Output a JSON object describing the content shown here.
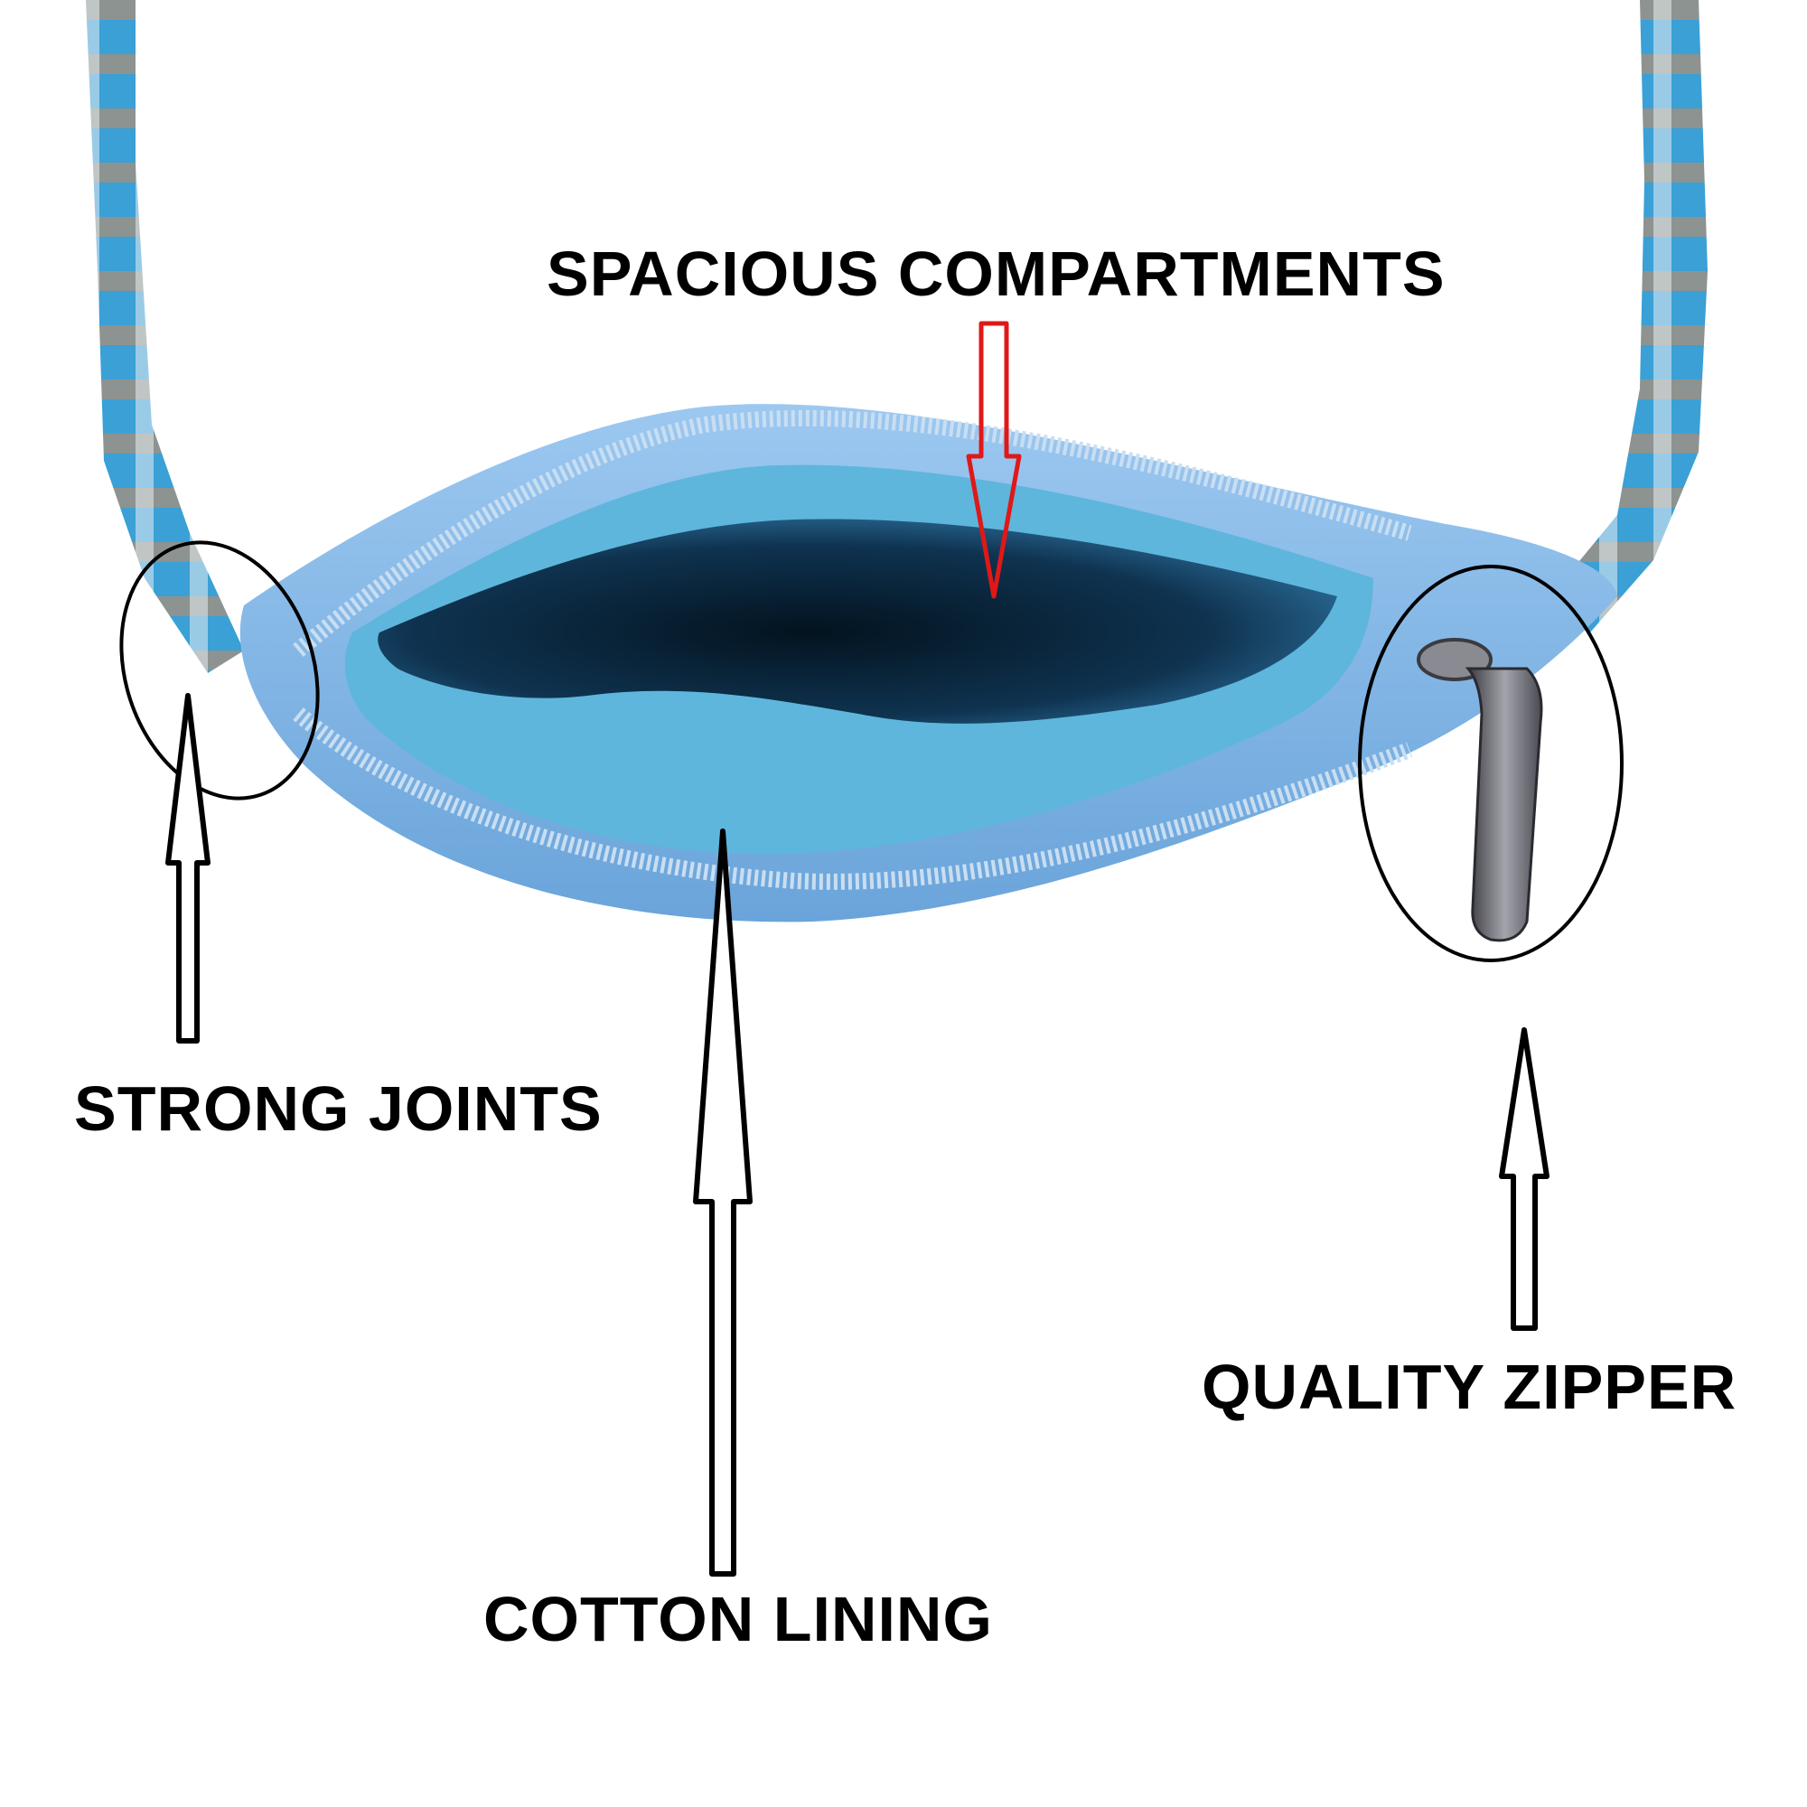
{
  "labels": {
    "spacious_compartments": "SPACIOUS COMPARTMENTS",
    "strong_joints": "STRONG JOINTS",
    "quality_zipper": "QUALITY ZIPPER",
    "cotton_lining": "COTTON LINING"
  },
  "colors": {
    "background": "#ffffff",
    "bag_blue": "#7fb4e6",
    "lining_blue": "#5eb6dc",
    "interior_dark": "#0b2538",
    "strap_blue": "#3aa0d6",
    "strap_brown": "#a88f78",
    "arrow_red": "#e01818",
    "outline_black": "#000000",
    "zipper_metal": "#6a6a70"
  },
  "icons": {
    "callout_arrow": "hollow-arrow-icon",
    "callout_circle": "ellipse-outline"
  }
}
